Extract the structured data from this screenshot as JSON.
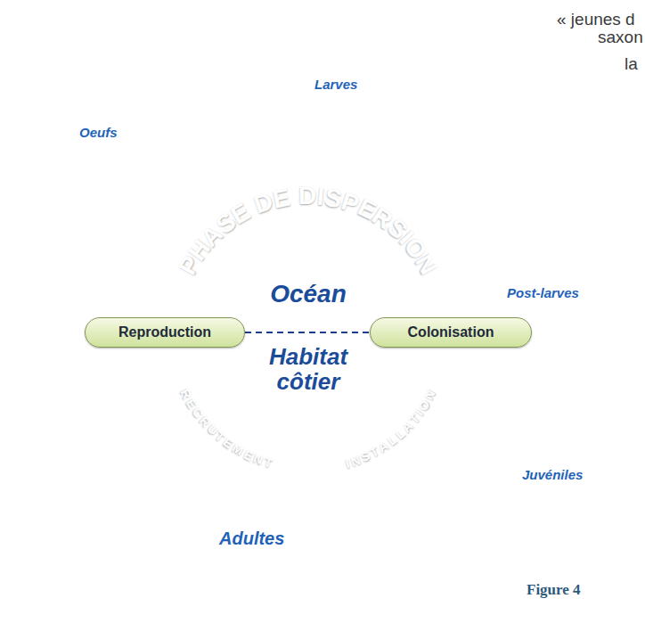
{
  "diagram": {
    "nodes": [
      {
        "text": [
          "PHASE DE DISPERSION",
          "RECRUTEMENT",
          "INSTALLATION"
        ]
      },
      {
        "text": [
          "Océan",
          "Habitat côtier"
        ],
        "in": 0
      },
      {
        "text": [
          "Reproduction"
        ]
      },
      {
        "text": [
          "Colonisation"
        ]
      }
    ],
    "edges": [
      {
        "from": 2,
        "to": 3,
        "arrow": "none"
      }
    ],
    "labels": [
      "« jeunes d",
      "saxon",
      "la",
      "Oeufs",
      "Larves",
      "Post-larves",
      "Juvéniles",
      "Adultes",
      "Figure 4"
    ]
  }
}
